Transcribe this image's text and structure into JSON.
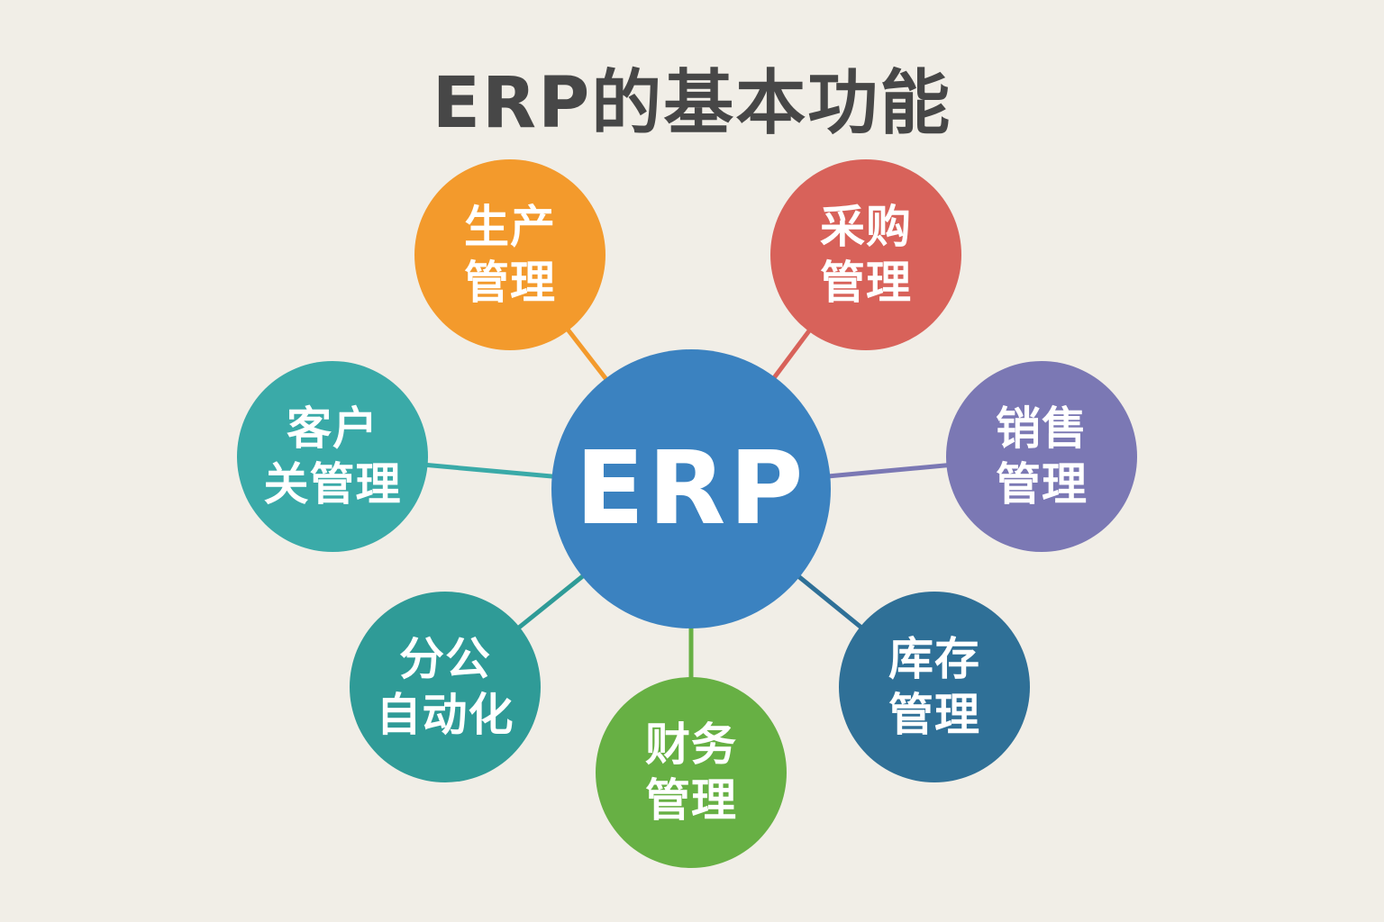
{
  "title": "ERP的基本功能",
  "center": {
    "label": "ERP",
    "color": "#3b82c0"
  },
  "nodes": [
    {
      "id": "production",
      "line1": "生产",
      "line2": "管理",
      "color": "#f39a2c"
    },
    {
      "id": "purchasing",
      "line1": "采购",
      "line2": "管理",
      "color": "#d8625a"
    },
    {
      "id": "crm",
      "line1": "客户",
      "line2": "关管理",
      "color": "#3aaaa8"
    },
    {
      "id": "sales",
      "line1": "销售",
      "line2": "管理",
      "color": "#7b78b4"
    },
    {
      "id": "office-automation",
      "line1": "分公",
      "line2": "自动化",
      "color": "#2f9b97"
    },
    {
      "id": "finance",
      "line1": "财务",
      "line2": "管理",
      "color": "#67b044"
    },
    {
      "id": "inventory",
      "line1": "库存",
      "line2": "管理",
      "color": "#2f7097"
    }
  ]
}
